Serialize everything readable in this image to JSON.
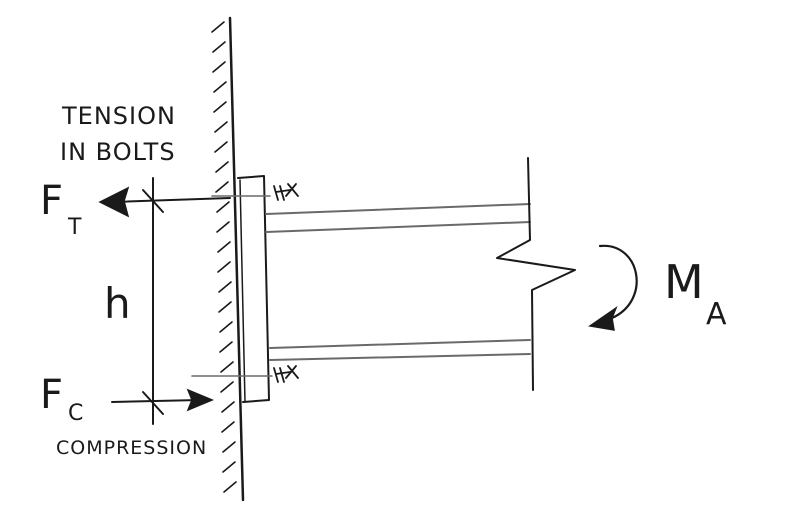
{
  "labels": {
    "tension": "TENSION",
    "in_bolts": "IN BOLTS",
    "compression": "COMPRESSION",
    "force_tension_base": "F",
    "force_tension_sub": "T",
    "force_compression_base": "F",
    "force_compression_sub": "C",
    "lever_arm": "h",
    "moment_base": "M",
    "moment_sub": "A"
  }
}
